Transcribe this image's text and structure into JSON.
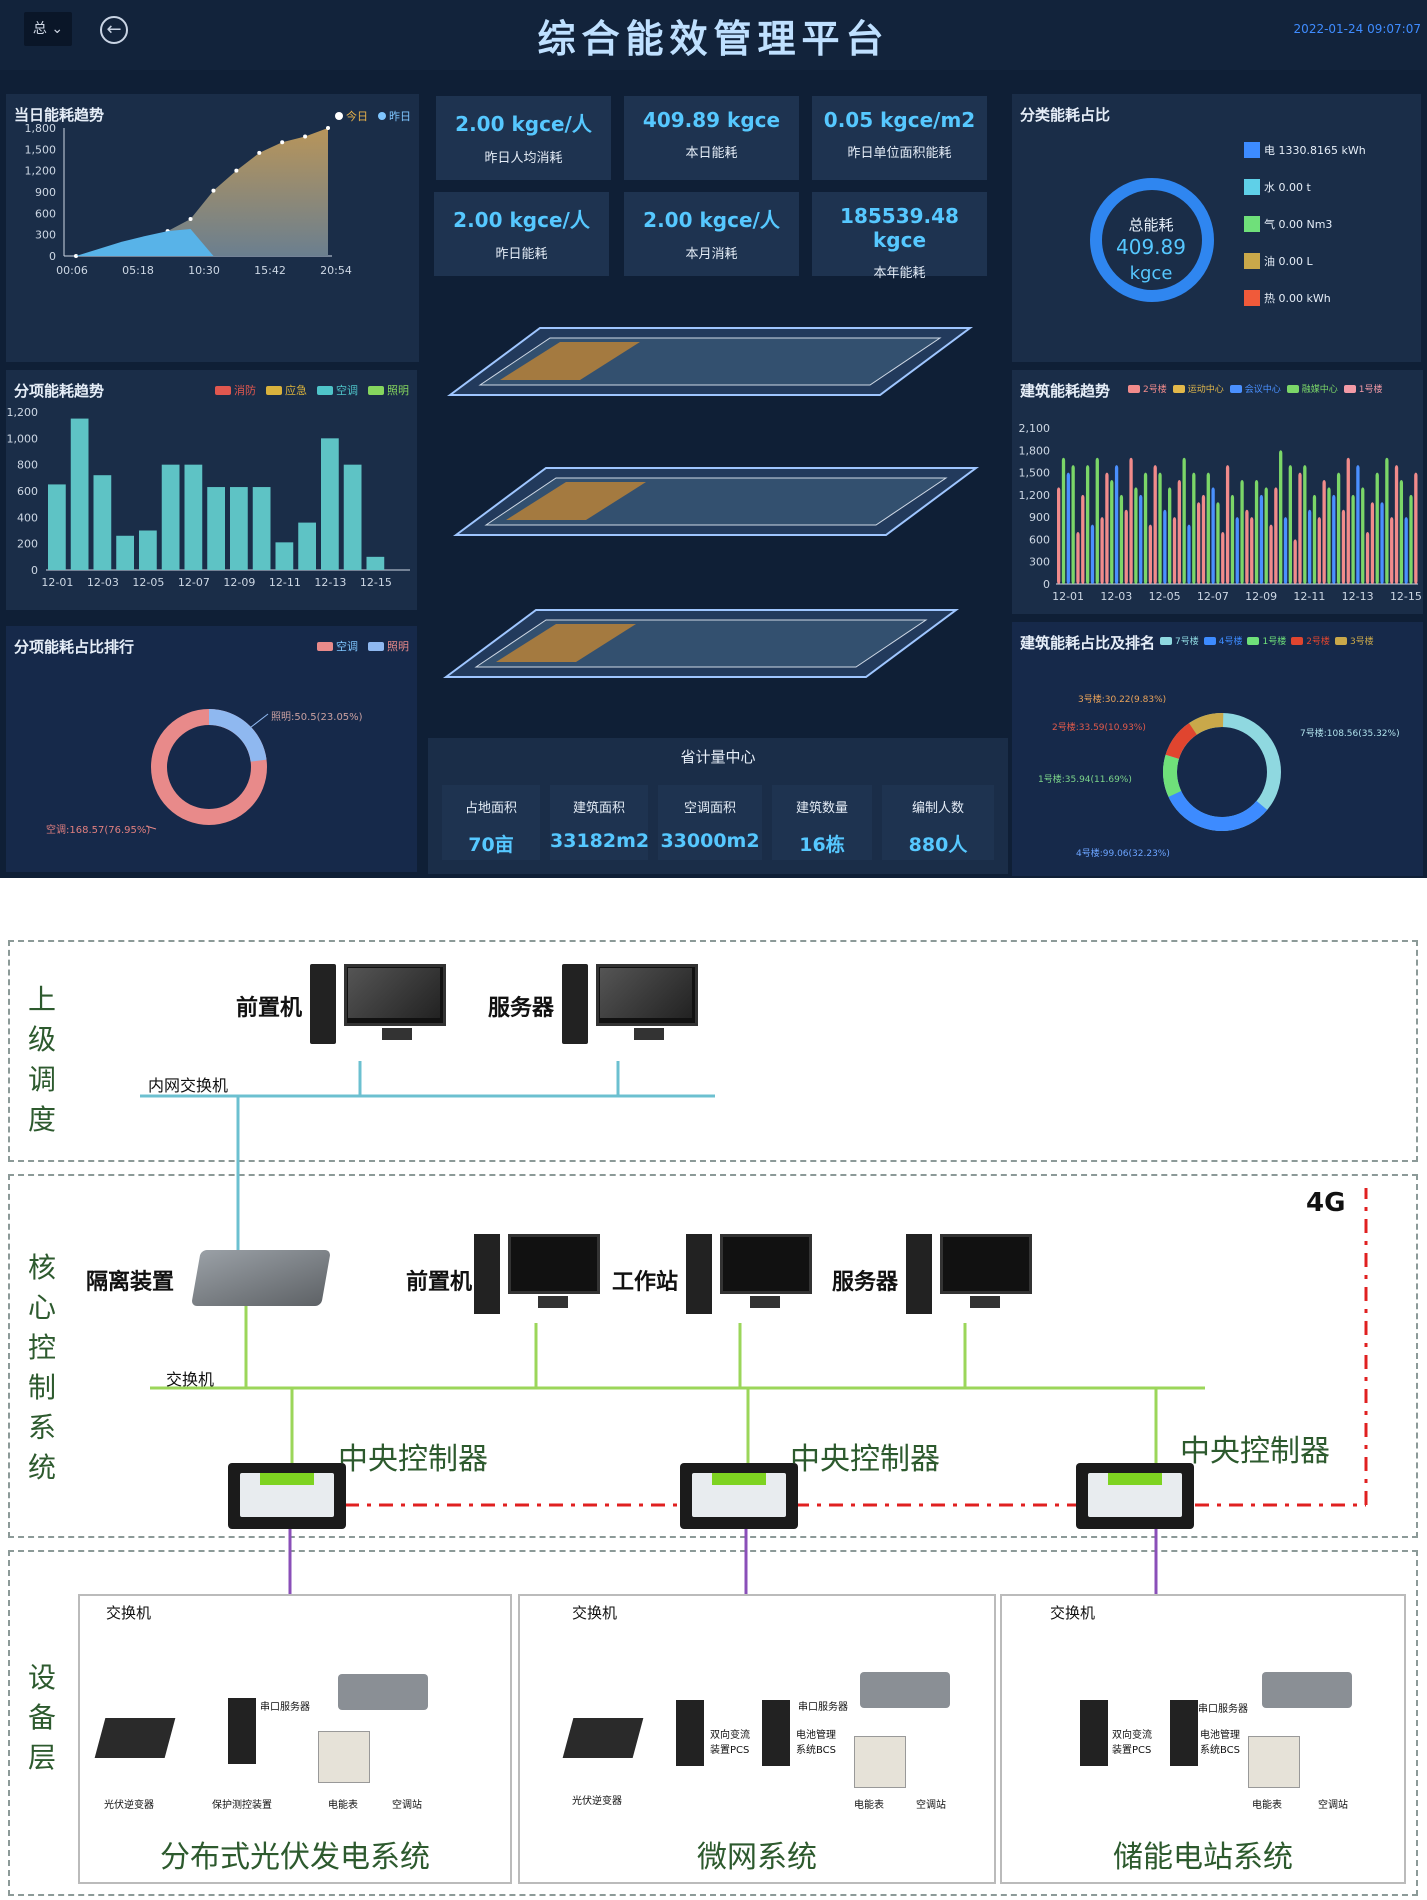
{
  "header": {
    "title": "综合能效管理平台",
    "total_btn": "总",
    "datetime": "2022-01-24 09:07:07"
  },
  "daily_trend": {
    "title": "当日能耗趋势",
    "legend": [
      "今日",
      "昨日"
    ],
    "y_ticks": [
      "1,800",
      "1,500",
      "1,200",
      "900",
      "600",
      "300",
      "0"
    ],
    "x_ticks": [
      "00:06",
      "05:18",
      "10:30",
      "15:42",
      "20:54"
    ]
  },
  "item_trend": {
    "title": "分项能耗趋势",
    "legend": [
      "消防",
      "应急",
      "空调",
      "照明"
    ],
    "y_ticks": [
      "1,200",
      "1,000",
      "800",
      "600",
      "400",
      "200",
      "0"
    ],
    "x_ticks": [
      "12-01",
      "12-03",
      "12-05",
      "12-07",
      "12-09",
      "12-11",
      "12-13",
      "12-15"
    ]
  },
  "item_rank": {
    "title": "分项能耗占比排行",
    "legend": [
      "空调",
      "照明"
    ],
    "label_light": "照明:50.5(23.05%)",
    "label_ac": "空调:168.57(76.95%)"
  },
  "kpis": [
    {
      "value": "2.00 kgce/人",
      "label": "昨日人均消耗"
    },
    {
      "value": "409.89 kgce",
      "label": "本日能耗"
    },
    {
      "value": "0.05 kgce/m2",
      "label": "昨日单位面积能耗"
    },
    {
      "value": "2.00 kgce/人",
      "label": "昨日能耗"
    },
    {
      "value": "2.00 kgce/人",
      "label": "本月消耗"
    },
    {
      "value": "185539.48 kgce",
      "label": "本年能耗"
    }
  ],
  "category": {
    "title": "分类能耗占比",
    "center_label": "总能耗",
    "center_value": "409.89",
    "center_unit": "kgce",
    "items": [
      {
        "label": "电 1330.8165 kWh",
        "color": "#3d8bff"
      },
      {
        "label": "水 0.00 t",
        "color": "#5fd0e8"
      },
      {
        "label": "气 0.00 Nm3",
        "color": "#6fe07a"
      },
      {
        "label": "油 0.00 L",
        "color": "#c9a84a"
      },
      {
        "label": "热 0.00 kWh",
        "color": "#f05a3a"
      }
    ]
  },
  "building_trend": {
    "title": "建筑能耗趋势",
    "legend": [
      "2号楼",
      "运动中心",
      "会议中心",
      "融媒中心",
      "1号楼"
    ],
    "y_ticks": [
      "2,100",
      "1,800",
      "1,500",
      "1,200",
      "900",
      "600",
      "300",
      "0"
    ],
    "x_ticks": [
      "12-01",
      "12-03",
      "12-05",
      "12-07",
      "12-09",
      "12-11",
      "12-13",
      "12-15"
    ]
  },
  "building_rank": {
    "title": "建筑能耗占比及排名",
    "legend": [
      "7号楼",
      "4号楼",
      "1号楼",
      "2号楼",
      "3号楼"
    ],
    "labels": [
      "3号楼:30.22(9.83%)",
      "2号楼:33.59(10.93%)",
      "1号楼:35.94(11.69%)",
      "4号楼:99.06(32.23%)",
      "7号楼:108.56(35.32%)"
    ]
  },
  "center": {
    "title": "省计量中心",
    "stats": [
      {
        "label": "占地面积",
        "value": "70亩"
      },
      {
        "label": "建筑面积",
        "value": "33182m2"
      },
      {
        "label": "空调面积",
        "value": "33000m2"
      },
      {
        "label": "建筑数量",
        "value": "16栋"
      },
      {
        "label": "编制人数",
        "value": "880人"
      }
    ]
  },
  "diagram": {
    "zones": [
      "上级调度",
      "核心控制系统",
      "设备层"
    ],
    "top": {
      "front": "前置机",
      "server": "服务器",
      "switch": "内网交换机"
    },
    "core": {
      "isolation": "隔离装置",
      "front": "前置机",
      "workstation": "工作站",
      "server": "服务器",
      "switch": "交换机",
      "controller": "中央控制器",
      "link": "4G"
    },
    "systems": [
      {
        "title": "分布式光伏发电系统",
        "switch": "交换机",
        "serial": "串口服务器",
        "devices": [
          "光伏逆变器",
          "保护测控装置",
          "电能表",
          "空调站"
        ]
      },
      {
        "title": "微网系统",
        "switch": "交换机",
        "serial": "串口服务器",
        "devices": [
          "光伏逆变器",
          "双向变流装置PCS",
          "电池管理系统BCS",
          "电能表",
          "空调站"
        ]
      },
      {
        "title": "储能电站系统",
        "switch": "交换机",
        "serial": "串口服务器",
        "devices": [
          "双向变流装置PCS",
          "电池管理系统BCS",
          "电能表",
          "空调站"
        ]
      }
    ]
  },
  "chart_data": [
    {
      "type": "area",
      "title": "当日能耗趋势",
      "series": [
        {
          "name": "今日",
          "x": [
            "00:06",
            "02:30",
            "05:18",
            "07:30",
            "10:30",
            "12:00",
            "13:30",
            "15:42",
            "17:30",
            "19:00",
            "20:54",
            "22:30"
          ],
          "values": [
            0,
            60,
            150,
            230,
            350,
            520,
            920,
            1200,
            1450,
            1600,
            1680,
            1800
          ]
        },
        {
          "name": "昨日",
          "x": [
            "00:06",
            "02:30",
            "05:18",
            "07:30",
            "10:30",
            "11:30",
            "12:30"
          ],
          "values": [
            0,
            100,
            200,
            280,
            350,
            380,
            0
          ]
        }
      ],
      "ylim": [
        0,
        1800
      ]
    },
    {
      "type": "bar",
      "title": "分项能耗趋势",
      "categories": [
        "12-01",
        "12-02",
        "12-03",
        "12-04",
        "12-05",
        "12-06",
        "12-07",
        "12-08",
        "12-09",
        "12-10",
        "12-11",
        "12-12",
        "12-13",
        "12-14",
        "12-15",
        "12-16"
      ],
      "values": [
        650,
        1150,
        720,
        260,
        300,
        800,
        800,
        630,
        630,
        630,
        210,
        360,
        1000,
        800,
        100,
        0
      ],
      "ylim": [
        0,
        1200
      ]
    },
    {
      "type": "bar",
      "title": "建筑能耗趋势",
      "categories": [
        "12-01",
        "12-02",
        "12-03",
        "12-04",
        "12-05",
        "12-06",
        "12-07",
        "12-08",
        "12-09",
        "12-10",
        "12-11",
        "12-12",
        "12-13",
        "12-14",
        "12-15"
      ],
      "series": [
        {
          "name": "2号楼",
          "values": [
            1300,
            1200,
            1500,
            1700,
            1600,
            1400,
            1200,
            1600,
            900,
            1300,
            1500,
            1400,
            1700,
            1100,
            1600
          ]
        },
        {
          "name": "运动中心",
          "values": [
            1700,
            1600,
            1400,
            1300,
            1500,
            1700,
            1500,
            1200,
            1400,
            1800,
            1600,
            1300,
            1200,
            1500,
            1400
          ]
        },
        {
          "name": "会议中心",
          "values": [
            1500,
            800,
            1600,
            1200,
            1000,
            800,
            1300,
            900,
            1200,
            900,
            1000,
            1200,
            1600,
            1100,
            900
          ]
        },
        {
          "name": "融媒中心",
          "values": [
            1600,
            1700,
            1200,
            1500,
            1300,
            1500,
            1100,
            1400,
            1300,
            1600,
            1200,
            1500,
            1300,
            1700,
            1200
          ]
        },
        {
          "name": "1号楼",
          "values": [
            700,
            900,
            1000,
            800,
            900,
            1100,
            700,
            1000,
            800,
            600,
            900,
            1000,
            700,
            900,
            1500
          ]
        }
      ],
      "ylim": [
        0,
        2100
      ]
    }
  ]
}
